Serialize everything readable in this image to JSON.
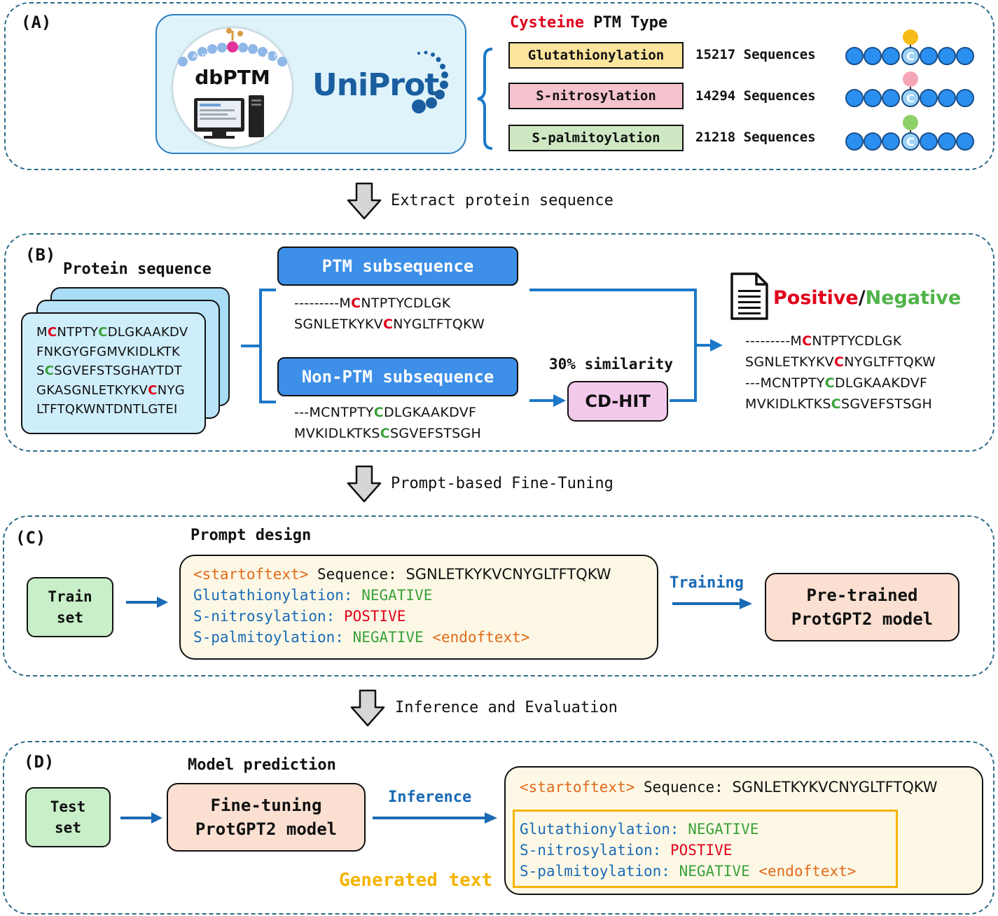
{
  "panels": {
    "a": {
      "label": "(A)"
    },
    "b": {
      "label": "(B)"
    },
    "c": {
      "label": "(C)"
    },
    "d": {
      "label": "(D)"
    }
  },
  "panel_a": {
    "db_logo_text": "dbPTM",
    "db_logo_arc_letters": "I A Q D F S T D L R F",
    "uniprot_text": "UniProt",
    "ptm_title_part1": "Cysteine",
    "ptm_title_part2": " PTM Type",
    "ptm_types": [
      {
        "name": "Glutathionylation",
        "count": "15217 Sequences",
        "color": "#fbe49c",
        "dot": "#f6bb16"
      },
      {
        "name": "S-nitrosylation",
        "count": "14294 Sequences",
        "color": "#f5c3cd",
        "dot": "#f4a6b6"
      },
      {
        "name": "S-palmitoylation",
        "count": "21218 Sequences",
        "color": "#cfe8c4",
        "dot": "#8fcf6a"
      }
    ],
    "residue_letter": "C"
  },
  "steps": {
    "s1": "Extract protein sequence",
    "s2": "Prompt-based Fine-Tuning",
    "s3": "Inference and Evaluation"
  },
  "panel_b": {
    "protein_sequence_title": "Protein sequence",
    "ptm_subsequence": "PTM subsequence",
    "non_ptm_subsequence": "Non-PTM subsequence",
    "similarity": "30% similarity",
    "cdhit": "CD-HIT",
    "positive": "Positive",
    "slash": "/",
    "negative": "Negative"
  },
  "panel_c": {
    "prompt_design_title": "Prompt design",
    "train_set_l1": "Train",
    "train_set_l2": "set",
    "training": "Training",
    "model_l1": "Pre-trained",
    "model_l2": "ProtGPT2 model",
    "start_token": "<startoftext>",
    "sequence_label": " Sequence: ",
    "sequence_value": "SGNLETKYKVCNYGLTFTQKW",
    "glut_label": "Glutathionylation: ",
    "glut_value": "NEGATIVE",
    "snit_label": "S-nitrosylation: ",
    "snit_value": "POSTIVE",
    "spal_label": "S-palmitoylation: ",
    "spal_value": "NEGATIVE",
    "end_token": " <endoftext>"
  },
  "panel_d": {
    "model_prediction_title": "Model prediction",
    "test_set_l1": "Test",
    "test_set_l2": "set",
    "model_l1": "Fine-tuning",
    "model_l2": "ProtGPT2 model",
    "inference": "Inference",
    "generated_text": "Generated text",
    "start_token": "<startoftext>",
    "sequence_label": " Sequence: ",
    "sequence_value": "SGNLETKYKVCNYGLTFTQKW",
    "glut_label": "Glutathionylation: ",
    "glut_value": "NEGATIVE",
    "snit_label": "S-nitrosylation: ",
    "snit_value": "POSTIVE",
    "spal_label": "S-palmitoylation: ",
    "spal_value": "NEGATIVE",
    "end_token": " <endoftext>"
  },
  "colors": {
    "panel_border": "#2f6b8a",
    "arrow_blue": "#1a6ab5",
    "bracket_blue": "#1d78c9",
    "residue_blue": "#2b8ff0",
    "generated_gold": "#f5b400"
  }
}
